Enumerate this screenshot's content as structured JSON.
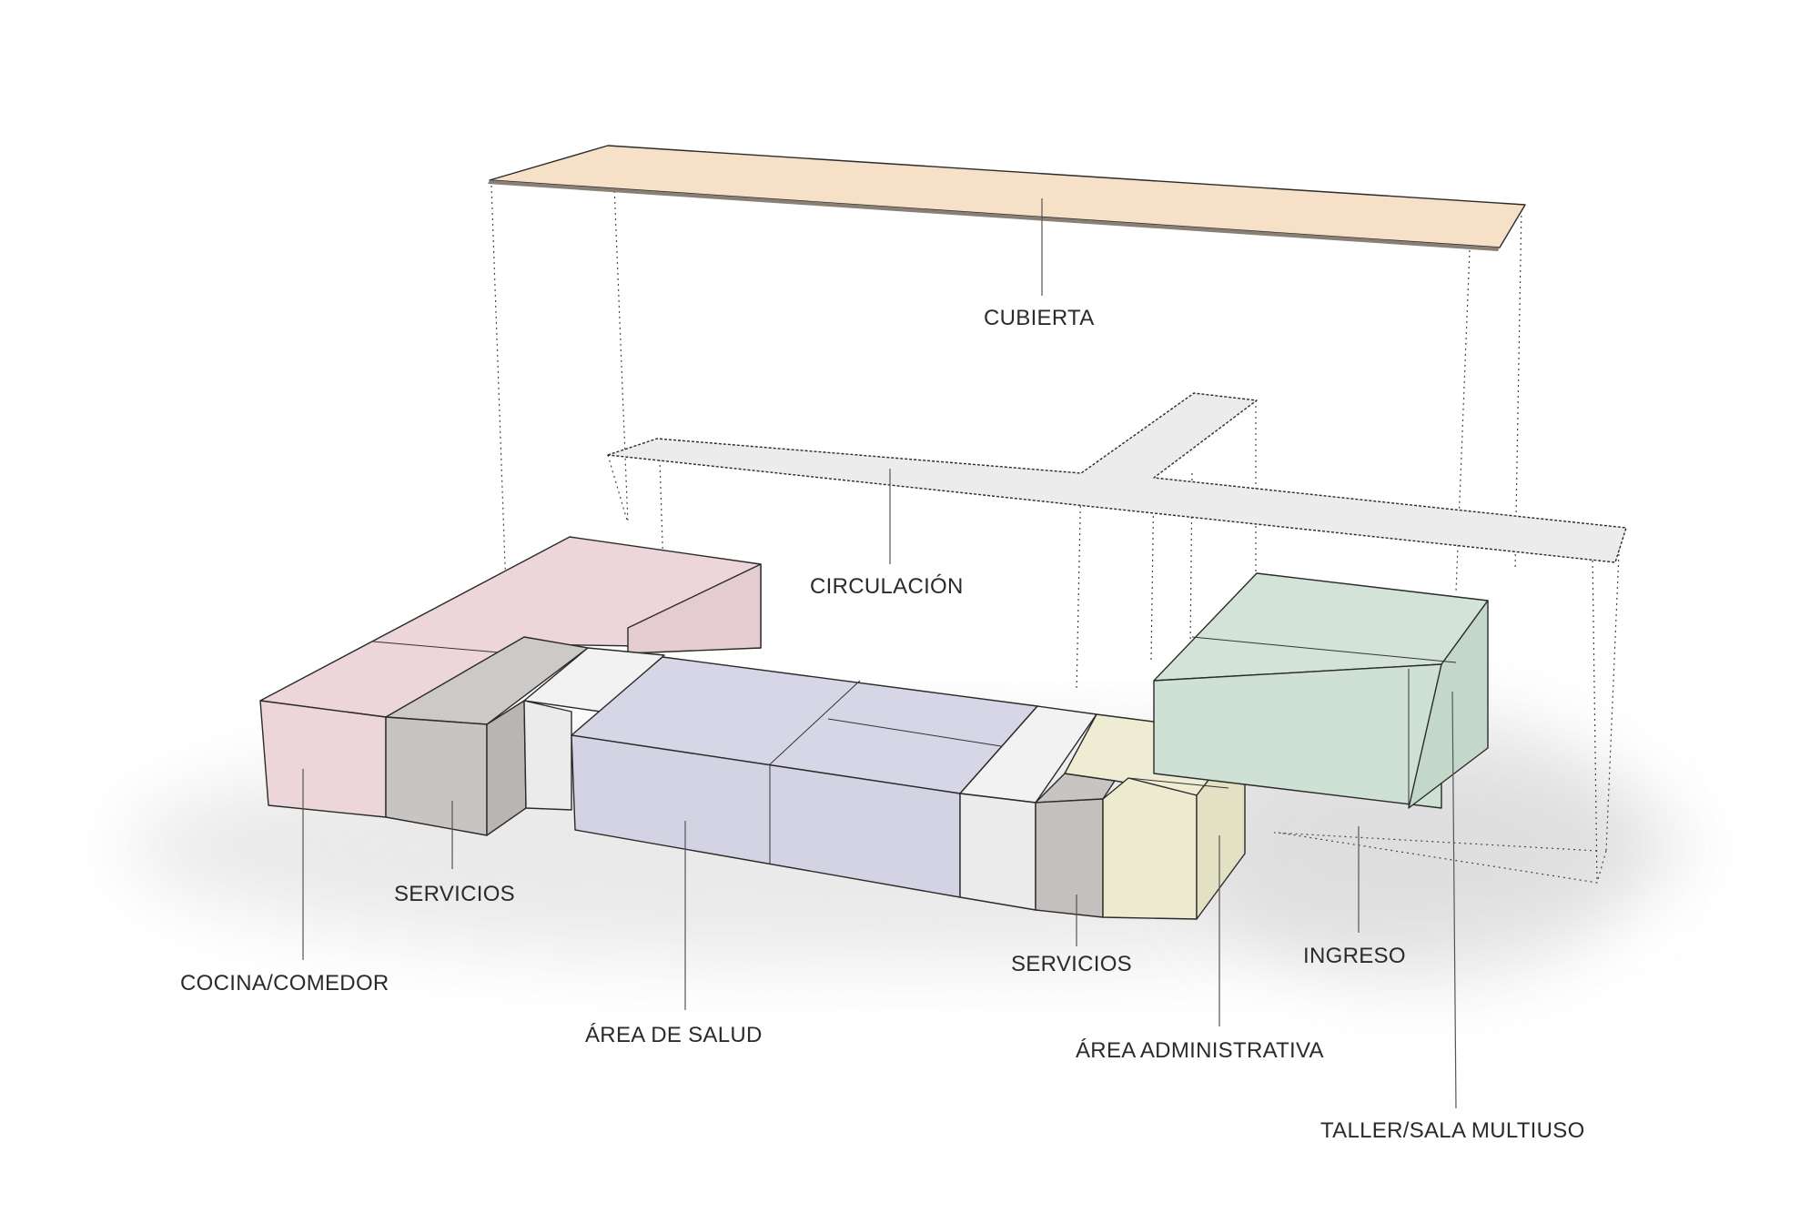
{
  "labels": {
    "cubierta": "CUBIERTA",
    "circulacion": "CIRCULACIÓN",
    "servicios_left": "SERVICIOS",
    "cocina_comedor": "COCINA/COMEDOR",
    "area_salud": "ÁREA DE SALUD",
    "servicios_center": "SERVICIOS",
    "ingreso": "INGRESO",
    "area_administrativa": "ÁREA ADMINISTRATIVA",
    "taller_sala": "TALLER/SALA MULTIUSO"
  },
  "colors": {
    "cubierta": "#f6e1c8",
    "circulacion": "#ececec",
    "cocina": "#ecd6da",
    "servicios": "#c8c4c1",
    "salud": "#d3d3e4",
    "white_block": "#f0f0f0",
    "administrativa": "#ecebcf",
    "taller": "#cfe0d4"
  }
}
